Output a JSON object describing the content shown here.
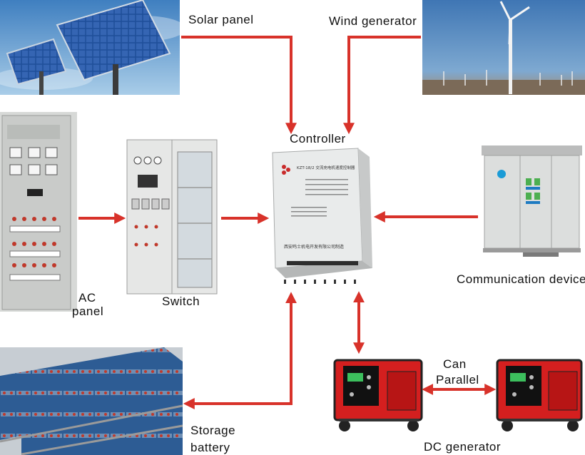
{
  "labels": {
    "solar_panel": "Solar panel",
    "wind_generator": "Wind generator",
    "controller": "Controller",
    "ac_panel_line1": "AC",
    "ac_panel_line2": "panel",
    "switch": "Switch",
    "communication_device": "Communication device",
    "can_parallel_line1": "Can",
    "can_parallel_line2": "Parallel",
    "storage_battery_line1": "Storage",
    "storage_battery_line2": "battery",
    "dc_generator": "DC generator"
  },
  "controller_plate": {
    "model": "KZT-18/2 交流充电机速度控制器",
    "manufacturer": "西安鸣士机电开发有限公司制造"
  },
  "colors": {
    "arrow": "#d8322a",
    "generator_body": "#d41f1f",
    "sky": "#5b93c7"
  }
}
